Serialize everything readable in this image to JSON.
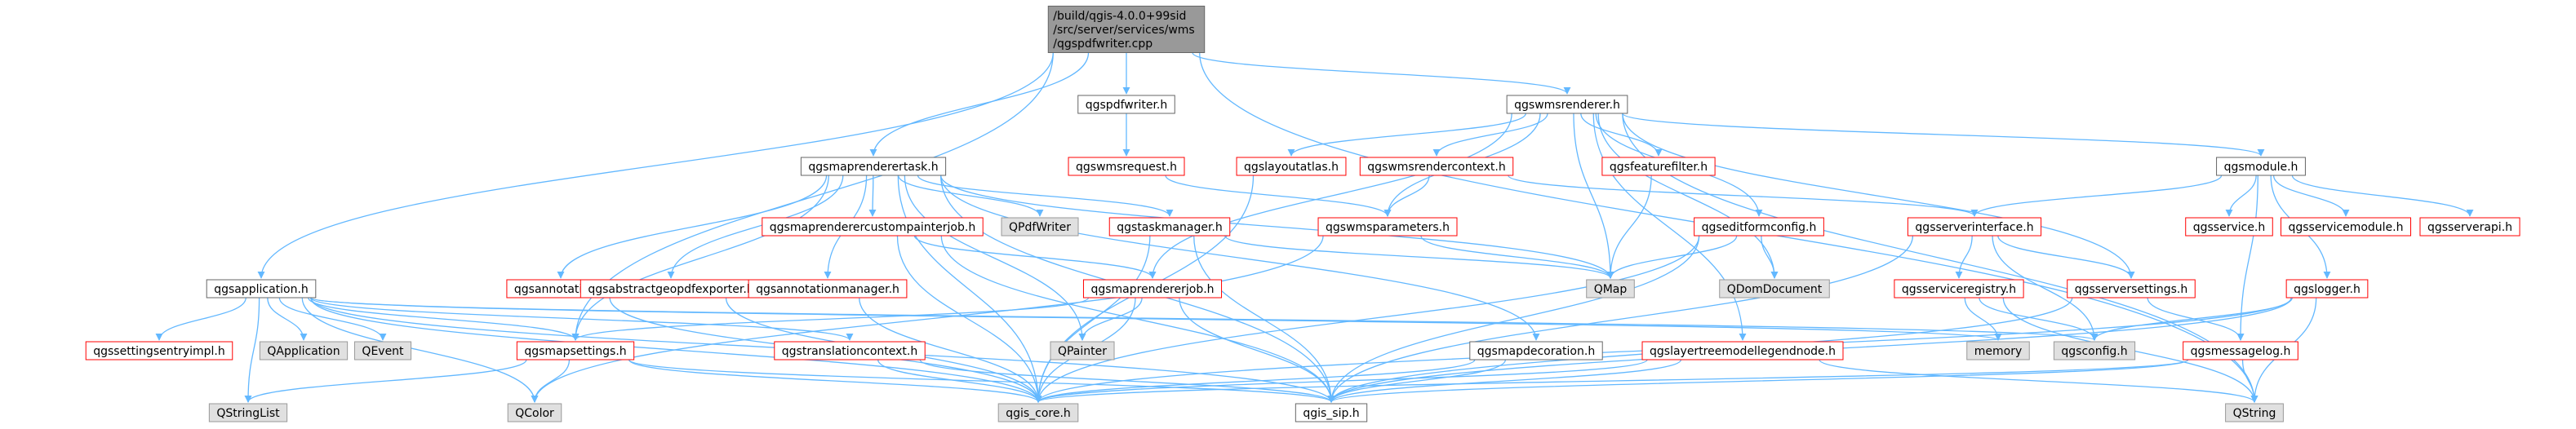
{
  "diagram": {
    "type": "include-dependency-graph",
    "colors": {
      "root_fill": "#999999",
      "root_stroke": "#666666",
      "normal_stroke": "#666666",
      "missing_stroke": "#ff0000",
      "external_fill": "#e0e0e0",
      "external_stroke": "#999999",
      "text": "#000000",
      "edge": "#63b8ff",
      "edge_from_sub": "#63b8ff",
      "arrow": "#63b8ff"
    },
    "root": {
      "id": "root",
      "lines": [
        "/build/qgis-4.0.0+99sid",
        "/src/server/services/wms",
        "/qgspdfwriter.cpp"
      ]
    },
    "nodes": [
      {
        "id": "qgsapplication",
        "label": "qgsapplication.h",
        "kind": "normal"
      },
      {
        "id": "qgsmaprenderertask",
        "label": "qgsmaprenderertask.h",
        "kind": "normal"
      },
      {
        "id": "qgspdfwriter",
        "label": "qgspdfwriter.h",
        "kind": "normal"
      },
      {
        "id": "qgswmsrenderer",
        "label": "qgswmsrenderer.h",
        "kind": "normal"
      },
      {
        "id": "qgsmodule",
        "label": "qgsmodule.h",
        "kind": "normal"
      },
      {
        "id": "qgswmsrequest",
        "label": "qgswmsrequest.h",
        "kind": "missing"
      },
      {
        "id": "qgslayoutatlas",
        "label": "qgslayoutatlas.h",
        "kind": "missing"
      },
      {
        "id": "qgswmsrendercontext",
        "label": "qgswmsrendercontext.h",
        "kind": "missing"
      },
      {
        "id": "qgsfeaturefilter",
        "label": "qgsfeaturefilter.h",
        "kind": "missing"
      },
      {
        "id": "qgsmaprenderercustompainterjob",
        "label": "qgsmaprenderercustompainterjob.h",
        "kind": "missing"
      },
      {
        "id": "qpdfwriter",
        "label": "QPdfWriter",
        "kind": "external"
      },
      {
        "id": "qgstaskmanager",
        "label": "qgstaskmanager.h",
        "kind": "missing"
      },
      {
        "id": "qgswmsparameters",
        "label": "qgswmsparameters.h",
        "kind": "missing"
      },
      {
        "id": "qgseditformconfig",
        "label": "qgseditformconfig.h",
        "kind": "missing"
      },
      {
        "id": "qgsserverinterface",
        "label": "qgsserverinterface.h",
        "kind": "missing"
      },
      {
        "id": "qgsservice",
        "label": "qgsservice.h",
        "kind": "missing"
      },
      {
        "id": "qgsservicemodule",
        "label": "qgsservicemodule.h",
        "kind": "missing"
      },
      {
        "id": "qgsserverapi",
        "label": "qgsserverapi.h",
        "kind": "missing"
      },
      {
        "id": "qgsannotation",
        "label": "qgsannotation.h",
        "kind": "missing"
      },
      {
        "id": "qgsabstractgeopdfexporter",
        "label": "qgsabstractgeopdfexporter.h",
        "kind": "missing"
      },
      {
        "id": "qgsannotationmanager",
        "label": "qgsannotationmanager.h",
        "kind": "missing"
      },
      {
        "id": "qgsmaprendererjob",
        "label": "qgsmaprendererjob.h",
        "kind": "missing"
      },
      {
        "id": "qmap",
        "label": "QMap",
        "kind": "external"
      },
      {
        "id": "qdomdocument",
        "label": "QDomDocument",
        "kind": "external"
      },
      {
        "id": "qgsserviceregistry",
        "label": "qgsserviceregistry.h",
        "kind": "missing"
      },
      {
        "id": "qgsserversettings",
        "label": "qgsserversettings.h",
        "kind": "missing"
      },
      {
        "id": "qgslogger",
        "label": "qgslogger.h",
        "kind": "missing"
      },
      {
        "id": "qgssettingsentryimpl",
        "label": "qgssettingsentryimpl.h",
        "kind": "missing"
      },
      {
        "id": "qapplication",
        "label": "QApplication",
        "kind": "external"
      },
      {
        "id": "qevent",
        "label": "QEvent",
        "kind": "external"
      },
      {
        "id": "qgsmapsettings",
        "label": "qgsmapsettings.h",
        "kind": "missing"
      },
      {
        "id": "qgstranslationcontext",
        "label": "qgstranslationcontext.h",
        "kind": "missing"
      },
      {
        "id": "qpainter",
        "label": "QPainter",
        "kind": "external"
      },
      {
        "id": "qgsmapdecoration",
        "label": "qgsmapdecoration.h",
        "kind": "normal"
      },
      {
        "id": "qgslayertreemodellegendnode",
        "label": "qgslayertreemodellegendnode.h",
        "kind": "missing"
      },
      {
        "id": "memory",
        "label": "memory",
        "kind": "external"
      },
      {
        "id": "qgsconfig",
        "label": "qgsconfig.h",
        "kind": "external"
      },
      {
        "id": "qgsmessagelog",
        "label": "qgsmessagelog.h",
        "kind": "missing"
      },
      {
        "id": "qstringlist",
        "label": "QStringList",
        "kind": "external"
      },
      {
        "id": "qcolor",
        "label": "QColor",
        "kind": "external"
      },
      {
        "id": "qgis_core",
        "label": "qgis_core.h",
        "kind": "external"
      },
      {
        "id": "qgis_sip",
        "label": "qgis_sip.h",
        "kind": "normal"
      },
      {
        "id": "qstring",
        "label": "QString",
        "kind": "external"
      }
    ],
    "edges": [
      [
        "root",
        "qgsapplication"
      ],
      [
        "root",
        "qgsmaprenderertask"
      ],
      [
        "root",
        "qgspdfwriter"
      ],
      [
        "root",
        "qgswmsrenderer"
      ],
      [
        "root",
        "qgsmapsettings"
      ],
      [
        "root",
        "qstring"
      ],
      [
        "qgspdfwriter",
        "qgswmsrequest"
      ],
      [
        "qgswmsrequest",
        "qgswmsparameters"
      ],
      [
        "qgswmsrenderer",
        "qgsmodule"
      ],
      [
        "qgswmsrenderer",
        "qgslayoutatlas"
      ],
      [
        "qgswmsrenderer",
        "qgswmsrendercontext"
      ],
      [
        "qgswmsrenderer",
        "qgsfeaturefilter"
      ],
      [
        "qgswmsrenderer",
        "qgswmsparameters"
      ],
      [
        "qgswmsrenderer",
        "qgseditformconfig"
      ],
      [
        "qgswmsrenderer",
        "qgsmaprendererjob"
      ],
      [
        "qgswmsrenderer",
        "qmap"
      ],
      [
        "qgswmsrenderer",
        "qdomdocument"
      ],
      [
        "qgswmsrenderer",
        "qgslayertreemodellegendnode"
      ],
      [
        "qgswmsrenderer",
        "qgsserversettings"
      ],
      [
        "qgswmsrenderer",
        "qstring"
      ],
      [
        "qgsmodule",
        "qgsserverinterface"
      ],
      [
        "qgsmodule",
        "qgsservice"
      ],
      [
        "qgsmodule",
        "qgsservicemodule"
      ],
      [
        "qgsmodule",
        "qgsserverapi"
      ],
      [
        "qgsmodule",
        "qgslogger"
      ],
      [
        "qgsmodule",
        "qgsmessagelog"
      ],
      [
        "qgslayoutatlas",
        "qgis_core"
      ],
      [
        "qgswmsrendercontext",
        "qgsserverinterface"
      ],
      [
        "qgswmsrendercontext",
        "qgswmsparameters"
      ],
      [
        "qgsfeaturefilter",
        "qmap"
      ],
      [
        "qgswmsparameters",
        "qmap"
      ],
      [
        "qgswmsparameters",
        "qcolor"
      ],
      [
        "qgseditformconfig",
        "qmap"
      ],
      [
        "qgseditformconfig",
        "qdomdocument"
      ],
      [
        "qgseditformconfig",
        "qgis_core"
      ],
      [
        "qgseditformconfig",
        "qgis_sip"
      ],
      [
        "qgsserverinterface",
        "qgsserviceregistry"
      ],
      [
        "qgsserverinterface",
        "qgsserversettings"
      ],
      [
        "qgsserverinterface",
        "qgsconfig"
      ],
      [
        "qgsserverinterface",
        "qgis_sip"
      ],
      [
        "qgsserviceregistry",
        "memory"
      ],
      [
        "qgsserviceregistry",
        "qgsconfig"
      ],
      [
        "qgsserviceregistry",
        "qstring"
      ],
      [
        "qgsserversettings",
        "qgsmessagelog"
      ],
      [
        "qgsserversettings",
        "qgis_sip"
      ],
      [
        "qgslogger",
        "qgsconfig"
      ],
      [
        "qgslogger",
        "qgis_core"
      ],
      [
        "qgslogger",
        "qgis_sip"
      ],
      [
        "qgslogger",
        "qstring"
      ],
      [
        "qgsmessagelog",
        "qgis_core"
      ],
      [
        "qgsmessagelog",
        "qgis_sip"
      ],
      [
        "qgsmessagelog",
        "qstring"
      ],
      [
        "qgsmaprenderertask",
        "qgsmaprenderercustompainterjob"
      ],
      [
        "qgsmaprenderertask",
        "qpdfwriter"
      ],
      [
        "qgsmaprenderertask",
        "qgstaskmanager"
      ],
      [
        "qgsmaprenderertask",
        "qgsannotation"
      ],
      [
        "qgsmaprenderertask",
        "qgsabstractgeopdfexporter"
      ],
      [
        "qgsmaprenderertask",
        "qgsannotationmanager"
      ],
      [
        "qgsmaprenderertask",
        "qgsmapsettings"
      ],
      [
        "qgsmaprenderertask",
        "qpainter"
      ],
      [
        "qgsmaprenderertask",
        "qgsmapdecoration"
      ],
      [
        "qgsmaprenderertask",
        "qgis_core"
      ],
      [
        "qgsmaprenderertask",
        "qgis_sip"
      ],
      [
        "qgsmaprenderertask",
        "qmap"
      ],
      [
        "qgsmaprenderercustompainterjob",
        "qgsmaprendererjob"
      ],
      [
        "qgsmaprenderercustompainterjob",
        "qgis_core"
      ],
      [
        "qgsmaprenderercustompainterjob",
        "qgis_sip"
      ],
      [
        "qgstaskmanager",
        "qgis_core"
      ],
      [
        "qgstaskmanager",
        "qgis_sip"
      ],
      [
        "qgstaskmanager",
        "qmap"
      ],
      [
        "qgsannotation",
        "qgis_core"
      ],
      [
        "qgsabstractgeopdfexporter",
        "qgis_core"
      ],
      [
        "qgsannotationmanager",
        "qgis_core"
      ],
      [
        "qgsmaprendererjob",
        "qpainter"
      ],
      [
        "qgsmaprendererjob",
        "qgsmapsettings"
      ],
      [
        "qgsmaprendererjob",
        "qgis_core"
      ],
      [
        "qgsmaprendererjob",
        "qgis_sip"
      ],
      [
        "qgsmapdecoration",
        "qgis_core"
      ],
      [
        "qgsmapdecoration",
        "qgis_sip"
      ],
      [
        "qgslayertreemodellegendnode",
        "qgis_core"
      ],
      [
        "qgslayertreemodellegendnode",
        "qgis_sip"
      ],
      [
        "qgslayertreemodellegendnode",
        "qstring"
      ],
      [
        "qgsmapsettings",
        "qstringlist"
      ],
      [
        "qgsmapsettings",
        "qcolor"
      ],
      [
        "qgsmapsettings",
        "qgis_core"
      ],
      [
        "qgsmapsettings",
        "qgis_sip"
      ],
      [
        "qgsapplication",
        "qgssettingsentryimpl"
      ],
      [
        "qgsapplication",
        "qapplication"
      ],
      [
        "qgsapplication",
        "qevent"
      ],
      [
        "qgsapplication",
        "qgsmapsettings"
      ],
      [
        "qgsapplication",
        "qgstranslationcontext"
      ],
      [
        "qgsapplication",
        "qstringlist"
      ],
      [
        "qgsapplication",
        "qcolor"
      ],
      [
        "qgsapplication",
        "qgis_core"
      ],
      [
        "qgsapplication",
        "qgis_sip"
      ],
      [
        "qgsapplication",
        "qgsconfig"
      ],
      [
        "qgsapplication",
        "memory"
      ],
      [
        "qgstranslationcontext",
        "qgis_core"
      ],
      [
        "qgstranslationcontext",
        "qgis_sip"
      ]
    ]
  }
}
